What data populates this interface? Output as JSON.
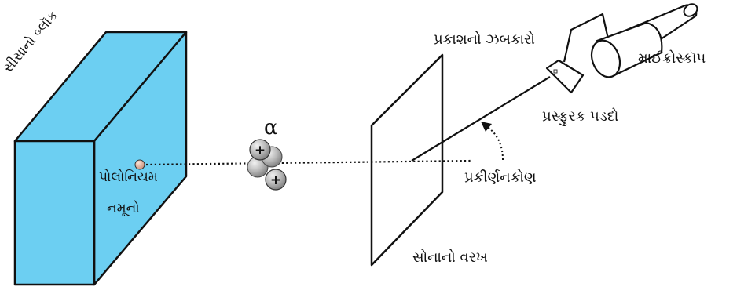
{
  "diagram": {
    "labels": {
      "lead_block": "સીસાનો બ્લૉક",
      "polonium_line1": "પોલોનિયમ",
      "polonium_line2": "નમૂનો",
      "alpha_symbol": "α",
      "proton_sign": "+",
      "flash_of_light": "પ્રકાશનો ઝબકારો",
      "microscope": "માઈક્રોસ્કૉપ",
      "fluorescent_screen": "પ્રસ્ફુરક પડદો",
      "scattering_angle": "પ્રકીર્ણનકોણ",
      "gold_foil": "સોનાનો વરખ"
    },
    "colors": {
      "block_fill": "#6ccff2",
      "block_stroke": "#111111",
      "source_fill": "#e9b9a6",
      "particle_gray": "#9a9a9a",
      "line": "#111111"
    }
  }
}
